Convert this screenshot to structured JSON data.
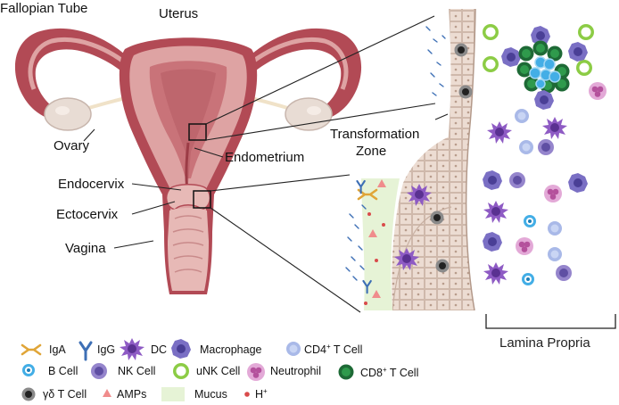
{
  "anatomy": {
    "fallopian_tube": "Fallopian Tube",
    "uterus": "Uterus",
    "ovary": "Ovary",
    "endometrium": "Endometrium",
    "endocervix": "Endocervix",
    "ectocervix": "Ectocervix",
    "vagina": "Vagina",
    "transformation_zone_line1": "Transformation",
    "transformation_zone_line2": "Zone",
    "lamina_propria": "Lamina Propria"
  },
  "legend": {
    "iga": "IgA",
    "igg": "IgG",
    "dc": "DC",
    "macrophage": "Macrophage",
    "cd4_main": "CD4",
    "cd4_sup": "+",
    "cd4_rest": " T Cell",
    "b_cell": "B Cell",
    "nk_cell": "NK Cell",
    "unk_cell": "uNK Cell",
    "neutrophil": "Neutrophil",
    "cd8_main": "CD8",
    "cd8_sup": "+",
    "cd8_rest": " T Cell",
    "gd_t_cell": "γδ T Cell",
    "amps": "AMPs",
    "mucus": "Mucus",
    "h_main": "H",
    "h_sup": "+"
  },
  "colors": {
    "uterus_outer": "#b24a55",
    "uterus_muscle": "#dea3a3",
    "endometrium": "#c97379",
    "ovary": "#e8dcd4",
    "epithelium": "#ecdcd2",
    "mucus": "#e6f3d6",
    "dc": "#8e5bc4",
    "macrophage": "#7a6fc4",
    "cd4": "#a9b9e8",
    "b_cell": "#43aee6",
    "nk": "#9585cc",
    "unk": "#8ccc45",
    "neutrophil": "#d98ac6",
    "cd8": "#1e6a36",
    "gd_t": "#555555",
    "amp": "#f08c8c",
    "h_ion": "#d94b4b",
    "iga": "#e0a537",
    "igg": "#3d6fb5"
  }
}
